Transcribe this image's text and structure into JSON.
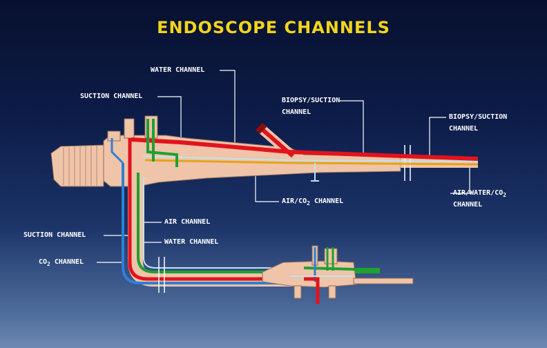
{
  "title": "ENDOSCOPE CHANNELS",
  "labels": {
    "water_channel_top": "WATER CHANNEL",
    "suction_channel_top": "SUCTION CHANNEL",
    "biopsy_suction_mid_1": "BIOPSY/SUCTION",
    "biopsy_suction_mid_2": "CHANNEL",
    "biopsy_suction_right_1": "BIOPSY/SUCTION",
    "biopsy_suction_right_2": "CHANNEL",
    "air_co2_pre": "AIR/CO",
    "air_co2_sub": "2",
    "air_co2_post": " CHANNEL",
    "air_water_co2_pre": "AIR/WATER/CO",
    "air_water_co2_sub": "2",
    "air_water_co2_line2": "CHANNEL",
    "air_channel": "AIR CHANNEL",
    "suction_channel_left": "SUCTION CHANNEL",
    "water_channel_left": "WATER CHANNEL",
    "co2_pre": "CO",
    "co2_sub": "2",
    "co2_post": " CHANNEL"
  },
  "colors": {
    "background_top": "#07102e",
    "background_bottom": "#6e88b0",
    "title": "#f3d51e",
    "body": "#efc4a8",
    "suction": "#e0141e",
    "water": "#1fa032",
    "air_co2": "#e8a21a",
    "co2": "#2e7fd6",
    "light_blue": "#bfe3ec"
  }
}
